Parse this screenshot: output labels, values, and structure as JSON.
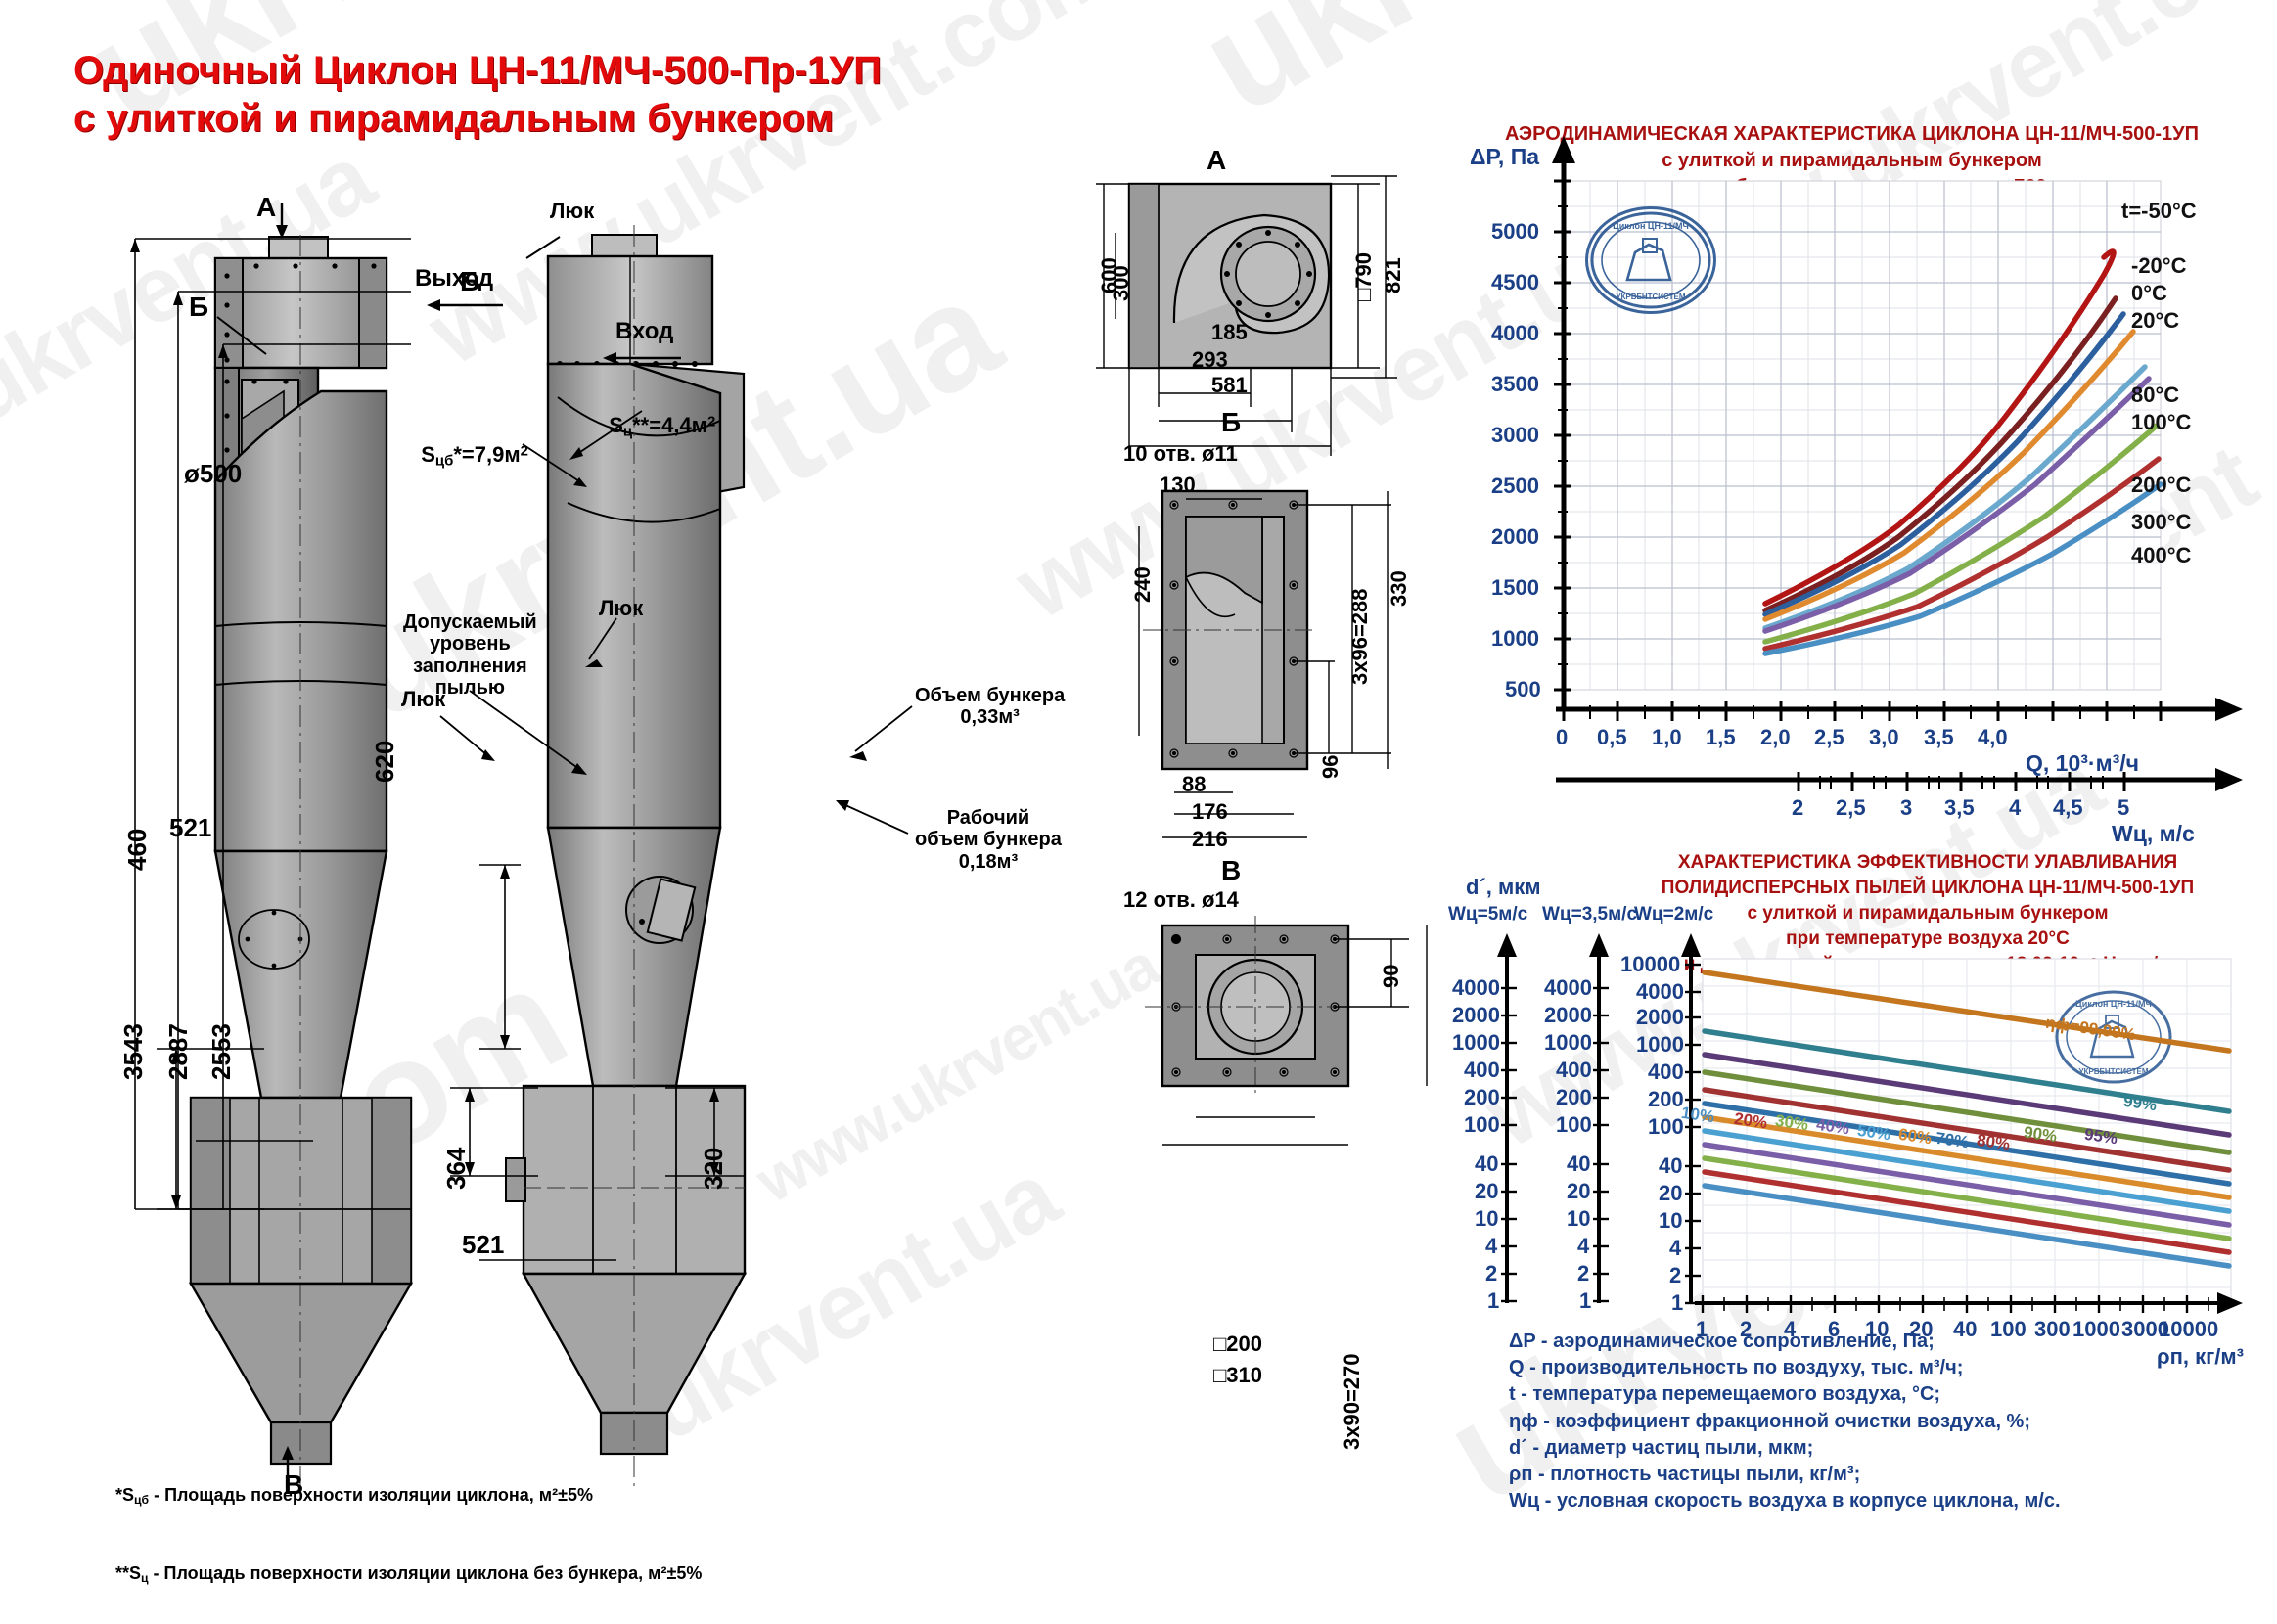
{
  "title": {
    "line1": "Одиночный Циклон  ЦН-11/МЧ-500-Пр-1УП",
    "line2": "с улиткой и пирамидальным бункером"
  },
  "watermarks": [
    "ukrvent.com",
    "ukrvent.ua",
    "www.ukrvent.com",
    "www.ukrvent.ua"
  ],
  "view_left": {
    "marks": {
      "a": "А",
      "b": "Б",
      "v": "В"
    },
    "dimensions": {
      "total_height": "3543",
      "h2": "2887",
      "h3": "2553",
      "body_dia": "ø500",
      "bunker_h": "620",
      "cone_h": "460",
      "bunker_w": "521"
    }
  },
  "view_mid": {
    "labels": {
      "luk_top": "Люк",
      "b_mark": "Б",
      "outlet": "Выход",
      "inlet": "Вход",
      "s_cb": "S",
      "s_cb_sub": "цб",
      "s_cb_val": "*=7,9м",
      "s_c": "S",
      "s_c_sub": "ц",
      "s_c_val": "**=4,4м",
      "luk_mid": "Люк",
      "luk_left": "Люк",
      "dust_level": "Допускаемый\nуровень\nзаполнения\nпылью",
      "bunker_volume": "Объем бункера\n0,33м³",
      "working_volume": "Рабочий\nобъем бункера\n0,18м³",
      "h364": "364",
      "h320": "320",
      "w521": "521",
      "a_mark": "А"
    }
  },
  "view_a": {
    "title": "А",
    "dimensions": {
      "d600": "600",
      "d300": "300",
      "d790": "□790",
      "d821": "821",
      "d185": "185",
      "d293": "293",
      "d581": "581"
    }
  },
  "view_b": {
    "title": "Б",
    "dimensions": {
      "holes": "10 отв. ø11",
      "d130": "130",
      "d240": "240",
      "d288": "3х96=288",
      "d330": "330",
      "d96": "96",
      "d88": "88",
      "d176": "176",
      "d216": "216"
    }
  },
  "view_v": {
    "title": "В",
    "dimensions": {
      "holes": "12 отв. ø14",
      "d90": "90",
      "d200": "□200",
      "d310": "□310",
      "d270": "3х90=270"
    }
  },
  "footnotes": {
    "line1_a": "*S",
    "line1_sub": "цб",
    "line1_b": " - Площадь поверхности изоляции циклона, м²±5%",
    "line2_a": "**S",
    "line2_sub": "ц",
    "line2_b": " - Площадь поверхности изоляции циклона без бункера, м²±5%"
  },
  "stamp_text": "Циклон ЦН-11/МЧ",
  "definitions": "ΔP - аэродинамическое сопротивление, Па;\nQ - производительность по воздуху, тыс. м³/ч;\nt - температура перемещаемого воздуха, °С;\nηф - коэффициент фракционной очистки воздуха, %;\nd´ - диаметр частиц пыли, мкм;\nρп - плотность частицы пыли, кг/м³;\nWц - условная скорость воздуха в корпусе циклона, м/с.",
  "chart_data": [
    {
      "id": "aerodynamic",
      "type": "line",
      "title": "АЭРОДИНАМИЧЕСКАЯ  ХАРАКТЕРИСТИКА  ЦИКЛОНА ЦН-11/МЧ-500-1УП",
      "subtitle": "с улиткой и пирамидальным бункером",
      "subtitle2": "для воздуха при барометрическом давлении 760 мм.рт.ст.",
      "ylabel": "ΔP, Па",
      "xlabel": "Q, 10³·м³/ч",
      "xlabel2": "Wц, м/с",
      "yticks": [
        500,
        1000,
        1500,
        2000,
        2500,
        3000,
        3500,
        4000,
        4500,
        5000
      ],
      "ylim": [
        0,
        5300
      ],
      "xticks": [
        "0",
        "0,5",
        "1,0",
        "1,5",
        "2,0",
        "2,5",
        "3,0",
        "3,5",
        "4,0"
      ],
      "xlim": [
        0,
        4.0
      ],
      "xticks2": [
        "2",
        "2,5",
        "3",
        "3,5",
        "4",
        "4,5",
        "5"
      ],
      "x2_start": 1.6,
      "x2_end": 4.0,
      "grid": true,
      "legend_position": "right-of-curves",
      "series": [
        {
          "name": "t=-50°C",
          "color": "#b31515",
          "x": [
            1.35,
            1.8,
            2.2,
            2.6,
            3.0,
            3.4,
            3.62
          ],
          "values": [
            900,
            1500,
            2250,
            3050,
            3950,
            4900,
            5200
          ]
        },
        {
          "name": "-20°C",
          "color": "#7a2020",
          "x": [
            1.35,
            1.8,
            2.2,
            2.6,
            3.0,
            3.4,
            3.7
          ],
          "values": [
            830,
            1380,
            2060,
            2800,
            3640,
            4500,
            4950
          ]
        },
        {
          "name": "0°C",
          "color": "#2c5f9e",
          "x": [
            1.35,
            1.8,
            2.2,
            2.6,
            3.0,
            3.4,
            3.75
          ],
          "values": [
            780,
            1300,
            1940,
            2640,
            3430,
            4240,
            4800
          ]
        },
        {
          "name": "20°C",
          "color": "#e08a30",
          "x": [
            1.35,
            1.8,
            2.2,
            2.6,
            3.0,
            3.4,
            3.8
          ],
          "values": [
            730,
            1215,
            1820,
            2480,
            3220,
            3990,
            4550
          ]
        },
        {
          "name": "80°C",
          "color": "#6aa8cd",
          "x": [
            1.35,
            1.8,
            2.2,
            2.6,
            3.0,
            3.4,
            3.85
          ],
          "values": [
            640,
            1065,
            1590,
            2170,
            2820,
            3490,
            4030
          ]
        },
        {
          "name": "100°C",
          "color": "#7b5ea8",
          "x": [
            1.35,
            1.8,
            2.2,
            2.6,
            3.0,
            3.4,
            3.88
          ],
          "values": [
            610,
            1015,
            1520,
            2070,
            2690,
            3330,
            3860
          ]
        },
        {
          "name": "200°C",
          "color": "#84b04a",
          "x": [
            1.35,
            1.8,
            2.2,
            2.6,
            3.0,
            3.4,
            3.9
          ],
          "values": [
            500,
            835,
            1250,
            1700,
            2210,
            2740,
            3190
          ]
        },
        {
          "name": "300°C",
          "color": "#b03030",
          "x": [
            1.35,
            1.8,
            2.2,
            2.6,
            3.0,
            3.4,
            3.92
          ],
          "values": [
            430,
            715,
            1070,
            1460,
            1895,
            2350,
            2750
          ]
        },
        {
          "name": "400°C",
          "color": "#4a8fc4",
          "x": [
            1.35,
            1.8,
            2.2,
            2.6,
            3.0,
            3.4,
            3.94
          ],
          "values": [
            375,
            625,
            935,
            1275,
            1655,
            2055,
            2410
          ]
        }
      ]
    },
    {
      "id": "efficiency",
      "type": "line",
      "title": "ХАРАКТЕРИСТИКА  ЭФФЕКТИВНОСТИ УЛАВЛИВАНИЯ",
      "subtitle": "ПОЛИДИСПЕРСНЫХ ПЫЛЕЙ ЦИКЛОНА ЦН-11/МЧ-500-1УП",
      "subtitle2": "с улиткой и пирамидальным бункером",
      "subtitle3": "при температуре воздуха 20°С",
      "subtitle4": "и динамической вязкости воздуха  18,02·10⁻⁶ Н·сек/м",
      "ylabel": "d´, мкм",
      "xlabel": "ρп, кг/м³",
      "scale_headers": [
        "Wц=5м/с",
        "Wц=3,5м/с",
        "Wц=2м/с"
      ],
      "yticks_1": [
        "4000",
        "2000",
        "1000",
        "400",
        "200",
        "100",
        "40",
        "20",
        "10",
        "4",
        "2",
        "1"
      ],
      "yticks_2": [
        "4000",
        "2000",
        "1000",
        "400",
        "200",
        "100",
        "40",
        "20",
        "10",
        "4",
        "2",
        "1"
      ],
      "yticks_3": [
        "10000",
        "4000",
        "2000",
        "1000",
        "400",
        "200",
        "100",
        "40",
        "20",
        "10",
        "4",
        "2",
        "1"
      ],
      "xticks": [
        "1",
        "2",
        "4",
        "6",
        "10",
        "20",
        "40",
        "100",
        "300",
        "1000",
        "3000",
        "10000"
      ],
      "grid": true,
      "series": [
        {
          "name": "ηф=99,99%",
          "color": "#c4761f",
          "y_start": 5000,
          "y_end": 330
        },
        {
          "name": "99%",
          "color": "#2f7f8f",
          "y_start": 1900,
          "y_end": 120
        },
        {
          "name": "95%",
          "color": "#5b3a78",
          "y_start": 1000,
          "y_end": 66
        },
        {
          "name": "90%",
          "color": "#6f8f3c",
          "y_start": 700,
          "y_end": 46
        },
        {
          "name": "80%",
          "color": "#a03232",
          "y_start": 480,
          "y_end": 32
        },
        {
          "name": "70%",
          "color": "#2f6fa8",
          "y_start": 370,
          "y_end": 25
        },
        {
          "name": "60%",
          "color": "#d98b2b",
          "y_start": 280,
          "y_end": 19
        },
        {
          "name": "50%",
          "color": "#4aa0d0",
          "y_start": 215,
          "y_end": 14
        },
        {
          "name": "40%",
          "color": "#7b5ea8",
          "y_start": 165,
          "y_end": 11
        },
        {
          "name": "30%",
          "color": "#84b04a",
          "y_start": 128,
          "y_end": 8.5
        },
        {
          "name": "20%",
          "color": "#b03030",
          "y_start": 98,
          "y_end": 6.5
        },
        {
          "name": "10%",
          "color": "#4a8fc4",
          "y_start": 72,
          "y_end": 4.8
        }
      ]
    }
  ]
}
